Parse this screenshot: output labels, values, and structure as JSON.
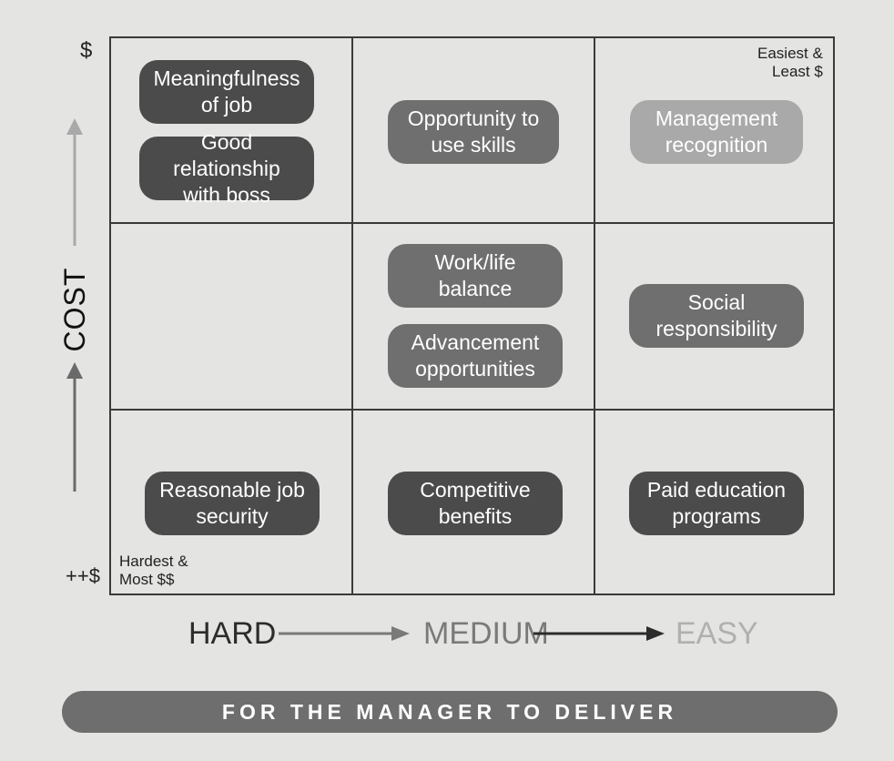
{
  "cost_axis": {
    "label": "COST",
    "top_value": "$",
    "bottom_value": "++$"
  },
  "difficulty_axis": {
    "hard": "HARD",
    "medium": "MEDIUM",
    "easy": "EASY"
  },
  "corner_notes": {
    "top_right": "Easiest &\nLeast $",
    "bottom_left": "Hardest &\nMost $$"
  },
  "items": {
    "meaningfulness": "Meaningfulness\nof job",
    "good_relationship": "Good relationship\nwith boss",
    "opportunity_skills": "Opportunity to\nuse skills",
    "management_recognition": "Management\nrecognition",
    "work_life": "Work/life\nbalance",
    "advancement": "Advancement\nopportunities",
    "social_responsibility": "Social\nresponsibility",
    "job_security": "Reasonable job\nsecurity",
    "competitive_benefits": "Competitive\nbenefits",
    "paid_education": "Paid education\nprograms"
  },
  "banner": "FOR THE MANAGER TO DELIVER",
  "colors": {
    "background": "#e4e4e2",
    "pill_dark": "#4b4b4b",
    "pill_mid": "#6f6f6f",
    "pill_light": "#a9a9a9",
    "grid_line": "#3a3a3a",
    "banner": "#6e6e6e",
    "medium_text": "#7a7a7a",
    "easy_text": "#b0b0b0"
  }
}
